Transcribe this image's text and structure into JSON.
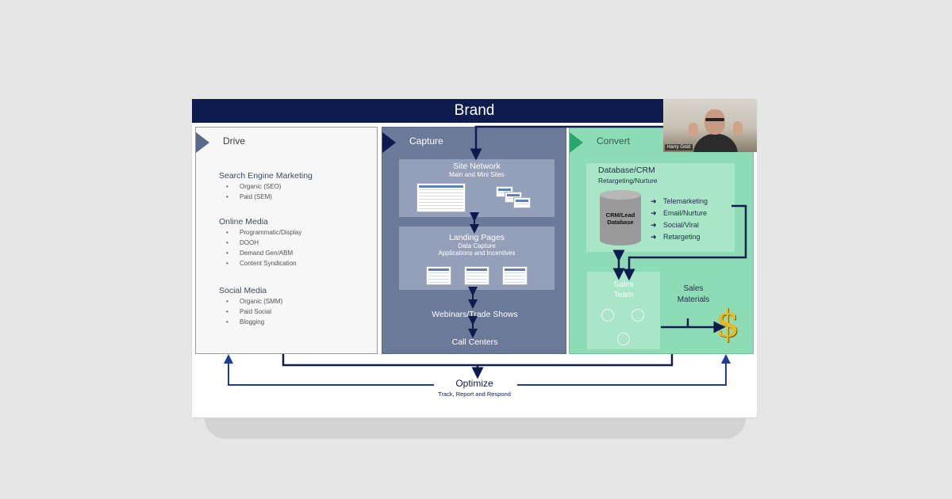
{
  "brand": "Brand",
  "drive": {
    "title": "Drive",
    "groups": [
      {
        "title": "Search Engine Marketing",
        "items": [
          "Organic (SEO)",
          "Paid (SEM)"
        ]
      },
      {
        "title": "Online Media",
        "items": [
          "Programmatic/Display",
          "DOOH",
          "Demand Gen/ABM",
          "Content Syndication"
        ]
      },
      {
        "title": "Social Media",
        "items": [
          "Organic (SMM)",
          "Paid Social",
          "Blogging"
        ]
      }
    ]
  },
  "capture": {
    "title": "Capture",
    "site_network": {
      "title": "Site Network",
      "subtitle": "Main and Mini Sites"
    },
    "landing_pages": {
      "title": "Landing Pages",
      "line1": "Data Capture",
      "line2": "Applications and Incentives"
    },
    "webinars": "Webinars/Trade Shows",
    "call_centers": "Call Centers"
  },
  "convert": {
    "title": "Convert",
    "database": {
      "title": "Database/CRM",
      "subtitle": "Retargeting/Nurture",
      "cylinder_line1": "CRM/Lead",
      "cylinder_line2": "Database"
    },
    "outputs": [
      "Telemarketing",
      "Email/Nurture",
      "Social/Viral",
      "Retargeting"
    ],
    "sales_team": {
      "line1": "Sales",
      "line2": "Team"
    },
    "sales_materials": {
      "line1": "Sales",
      "line2": "Materials"
    },
    "dollar": "$"
  },
  "optimize": {
    "title": "Optimize",
    "subtitle": "Track, Report and Respond"
  },
  "webcam": {
    "name": "Harry Gold"
  },
  "colors": {
    "navy": "#0d1b4f",
    "capture": "#6c7a9a",
    "convert": "#8edcb5",
    "gold": "#e8b923"
  }
}
